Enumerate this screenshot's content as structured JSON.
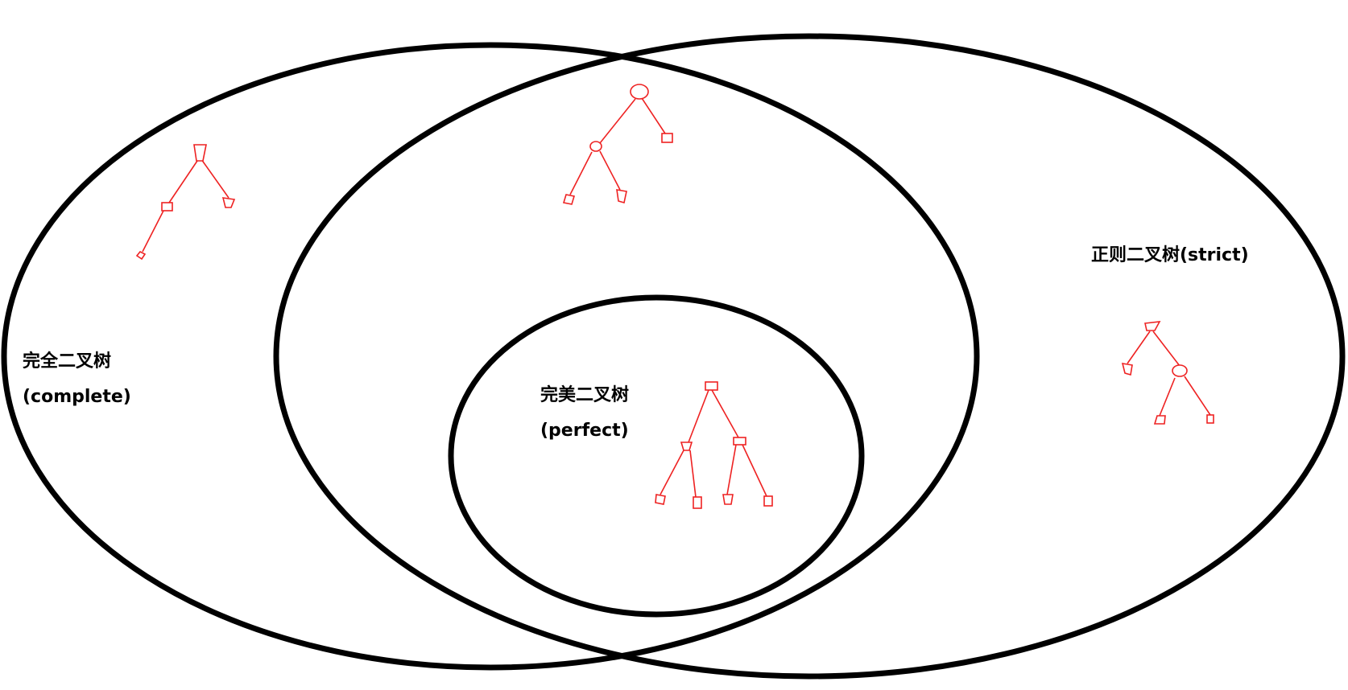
{
  "sets": {
    "complete": {
      "label_zh": "完全二叉树",
      "label_en": "(complete)"
    },
    "strict": {
      "label": "正则二叉树(strict)"
    },
    "perfect": {
      "label_zh": "完美二叉树",
      "label_en": "(perfect)"
    }
  },
  "colors": {
    "set_outline": "#000000",
    "tree_sketch": "#ee2222",
    "text": "#000000",
    "background": "#ffffff"
  }
}
